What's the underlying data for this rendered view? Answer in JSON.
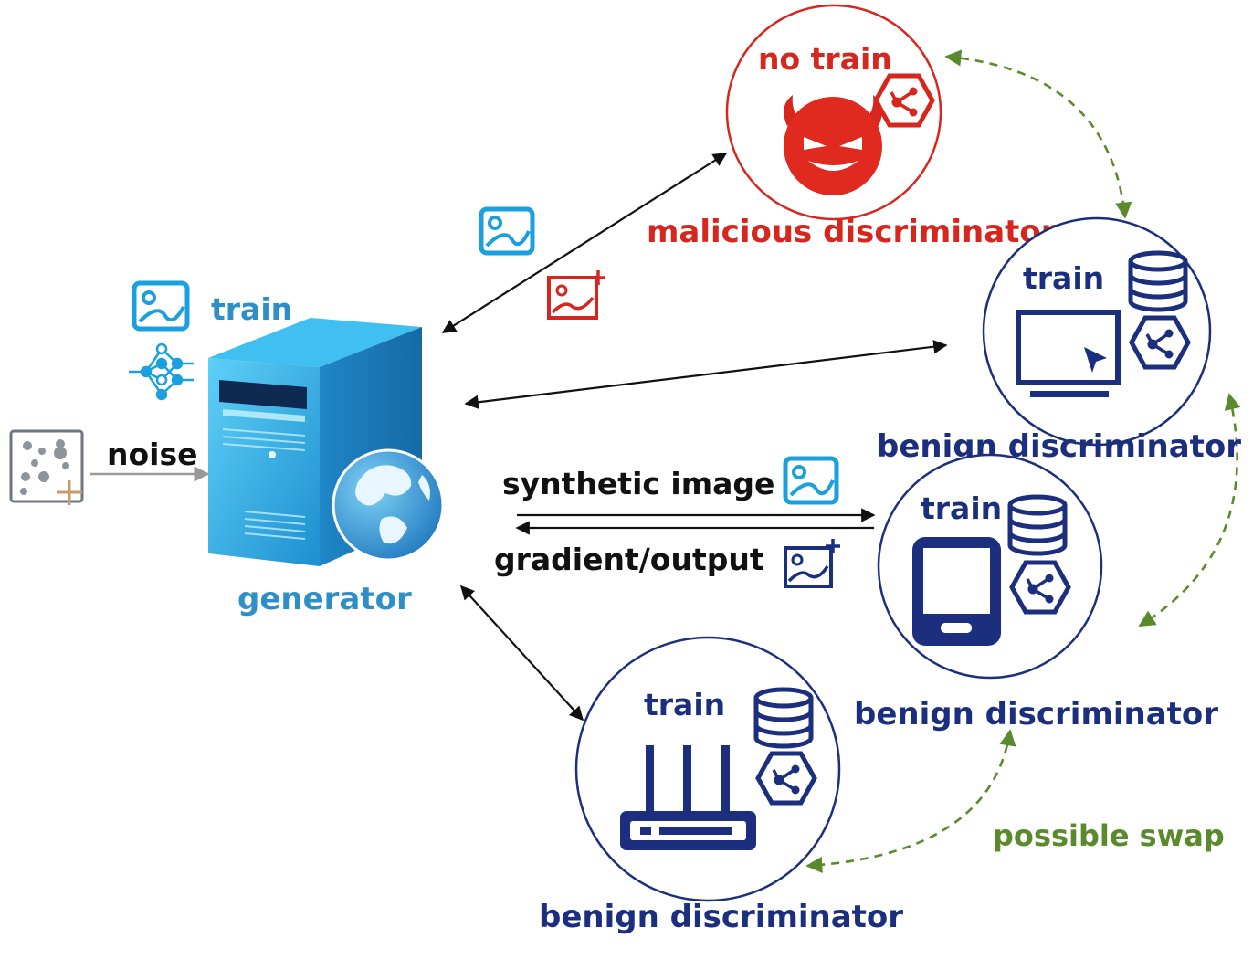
{
  "colors": {
    "malicious": "#d7261e",
    "benign": "#1b2f7e",
    "generator": "#2e8fc8",
    "generator_icon": "#1aa0de",
    "swap": "#5a8a2c",
    "arrow": "#111111",
    "noise_arrow": "#9a9a9a"
  },
  "generator": {
    "name": "generator",
    "train_label": "train",
    "input_label": "noise",
    "icons": [
      "image-icon",
      "neural-network-icon",
      "server-icon",
      "globe-icon",
      "noise-icon"
    ]
  },
  "exchange": {
    "forward_label": "synthetic image",
    "backward_label": "gradient/output"
  },
  "discriminators": [
    {
      "id": "malicious",
      "name": "malicious discriminator",
      "status": "no train",
      "icons": [
        "devil-icon",
        "model-hex-icon"
      ]
    },
    {
      "id": "benign-computer",
      "name": "benign discriminator",
      "status": "train",
      "icons": [
        "monitor-icon",
        "database-icon",
        "model-hex-icon"
      ]
    },
    {
      "id": "benign-tablet",
      "name": "benign discriminator",
      "status": "train",
      "icons": [
        "tablet-icon",
        "database-icon",
        "model-hex-icon"
      ]
    },
    {
      "id": "benign-router",
      "name": "benign discriminator",
      "status": "train",
      "icons": [
        "router-icon",
        "database-icon",
        "model-hex-icon"
      ]
    }
  ],
  "swap_label": "possible swap"
}
